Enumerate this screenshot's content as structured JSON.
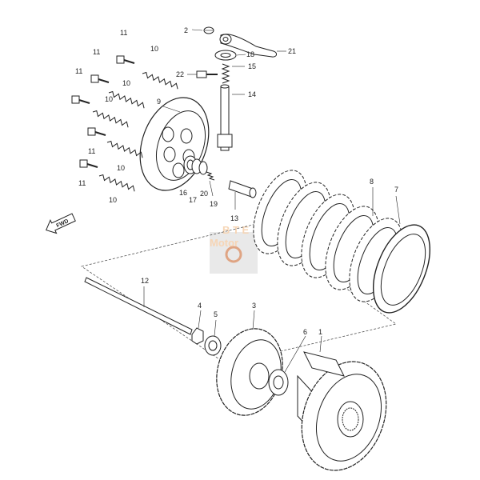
{
  "diagram": {
    "fwd_label": "FWD",
    "watermark_line1": "B T E",
    "watermark_line2": "Motor",
    "callouts": {
      "c1": "1",
      "c2": "2",
      "c3": "3",
      "c4": "4",
      "c5": "5",
      "c6": "6",
      "c7": "7",
      "c8": "8",
      "c9": "9",
      "c10": "10",
      "c11": "11",
      "c12": "12",
      "c13": "13",
      "c14": "14",
      "c15": "15",
      "c16": "16",
      "c17": "17",
      "c18": "18",
      "c19": "19",
      "c20": "20",
      "c21": "21",
      "c22": "22"
    },
    "colors": {
      "line": "#222222",
      "watermark": "#f0b47a",
      "watermark_grey": "#b8b8b8"
    }
  }
}
